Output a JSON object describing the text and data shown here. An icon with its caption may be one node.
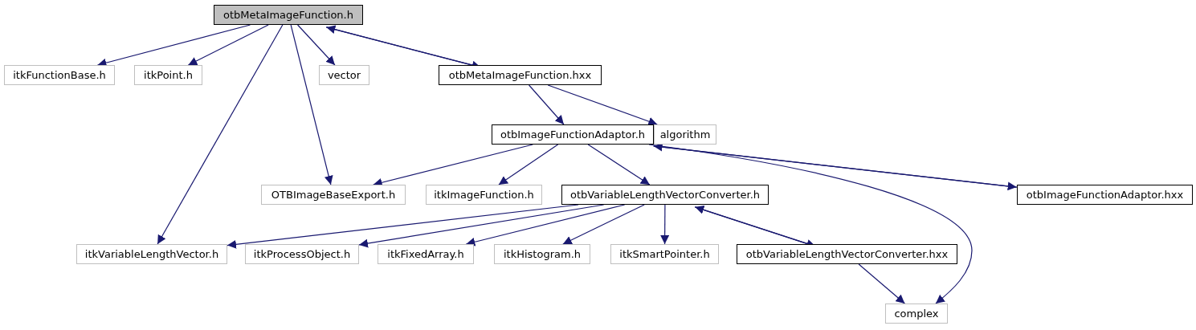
{
  "diagram": {
    "nodes": [
      {
        "text": [
          "otbMetaImageFunction.h"
        ]
      },
      {
        "text": [
          "itkFunctionBase.h"
        ]
      },
      {
        "text": [
          "itkPoint.h"
        ]
      },
      {
        "text": [
          "vector"
        ]
      },
      {
        "text": [
          "otbMetaImageFunction.hxx"
        ]
      },
      {
        "text": [
          "otbImageFunctionAdaptor.h"
        ]
      },
      {
        "text": [
          "algorithm"
        ]
      },
      {
        "text": [
          "OTBImageBaseExport.h"
        ]
      },
      {
        "text": [
          "itkImageFunction.h"
        ]
      },
      {
        "text": [
          "otbVariableLengthVectorConverter.h"
        ]
      },
      {
        "text": [
          "otbImageFunctionAdaptor.hxx"
        ]
      },
      {
        "text": [
          "itkVariableLengthVector.h"
        ]
      },
      {
        "text": [
          "itkProcessObject.h"
        ]
      },
      {
        "text": [
          "itkFixedArray.h"
        ]
      },
      {
        "text": [
          "itkHistogram.h"
        ]
      },
      {
        "text": [
          "itkSmartPointer.h"
        ]
      },
      {
        "text": [
          "otbVariableLengthVectorConverter.hxx"
        ]
      },
      {
        "text": [
          "complex"
        ]
      }
    ],
    "edges": [
      {
        "from": 0,
        "to": 1,
        "arrow": "to"
      },
      {
        "from": 0,
        "to": 2,
        "arrow": "to"
      },
      {
        "from": 0,
        "to": 11,
        "arrow": "to"
      },
      {
        "from": 0,
        "to": 7,
        "arrow": "to"
      },
      {
        "from": 0,
        "to": 3,
        "arrow": "to"
      },
      {
        "from": 0,
        "to": 4,
        "arrow": "to"
      },
      {
        "from": 4,
        "to": 0,
        "arrow": "to"
      },
      {
        "from": 4,
        "to": 5,
        "arrow": "to"
      },
      {
        "from": 4,
        "to": 6,
        "arrow": "to"
      },
      {
        "from": 5,
        "to": 7,
        "arrow": "to"
      },
      {
        "from": 5,
        "to": 8,
        "arrow": "to"
      },
      {
        "from": 5,
        "to": 9,
        "arrow": "to"
      },
      {
        "from": 5,
        "to": 10,
        "arrow": "to"
      },
      {
        "from": 5,
        "to": 17,
        "arrow": "to"
      },
      {
        "from": 10,
        "to": 5,
        "arrow": "to"
      },
      {
        "from": 9,
        "to": 11,
        "arrow": "to"
      },
      {
        "from": 9,
        "to": 12,
        "arrow": "to"
      },
      {
        "from": 9,
        "to": 13,
        "arrow": "to"
      },
      {
        "from": 9,
        "to": 14,
        "arrow": "to"
      },
      {
        "from": 9,
        "to": 15,
        "arrow": "to"
      },
      {
        "from": 9,
        "to": 16,
        "arrow": "to"
      },
      {
        "from": 16,
        "to": 9,
        "arrow": "to"
      },
      {
        "from": 16,
        "to": 17,
        "arrow": "to"
      }
    ]
  }
}
